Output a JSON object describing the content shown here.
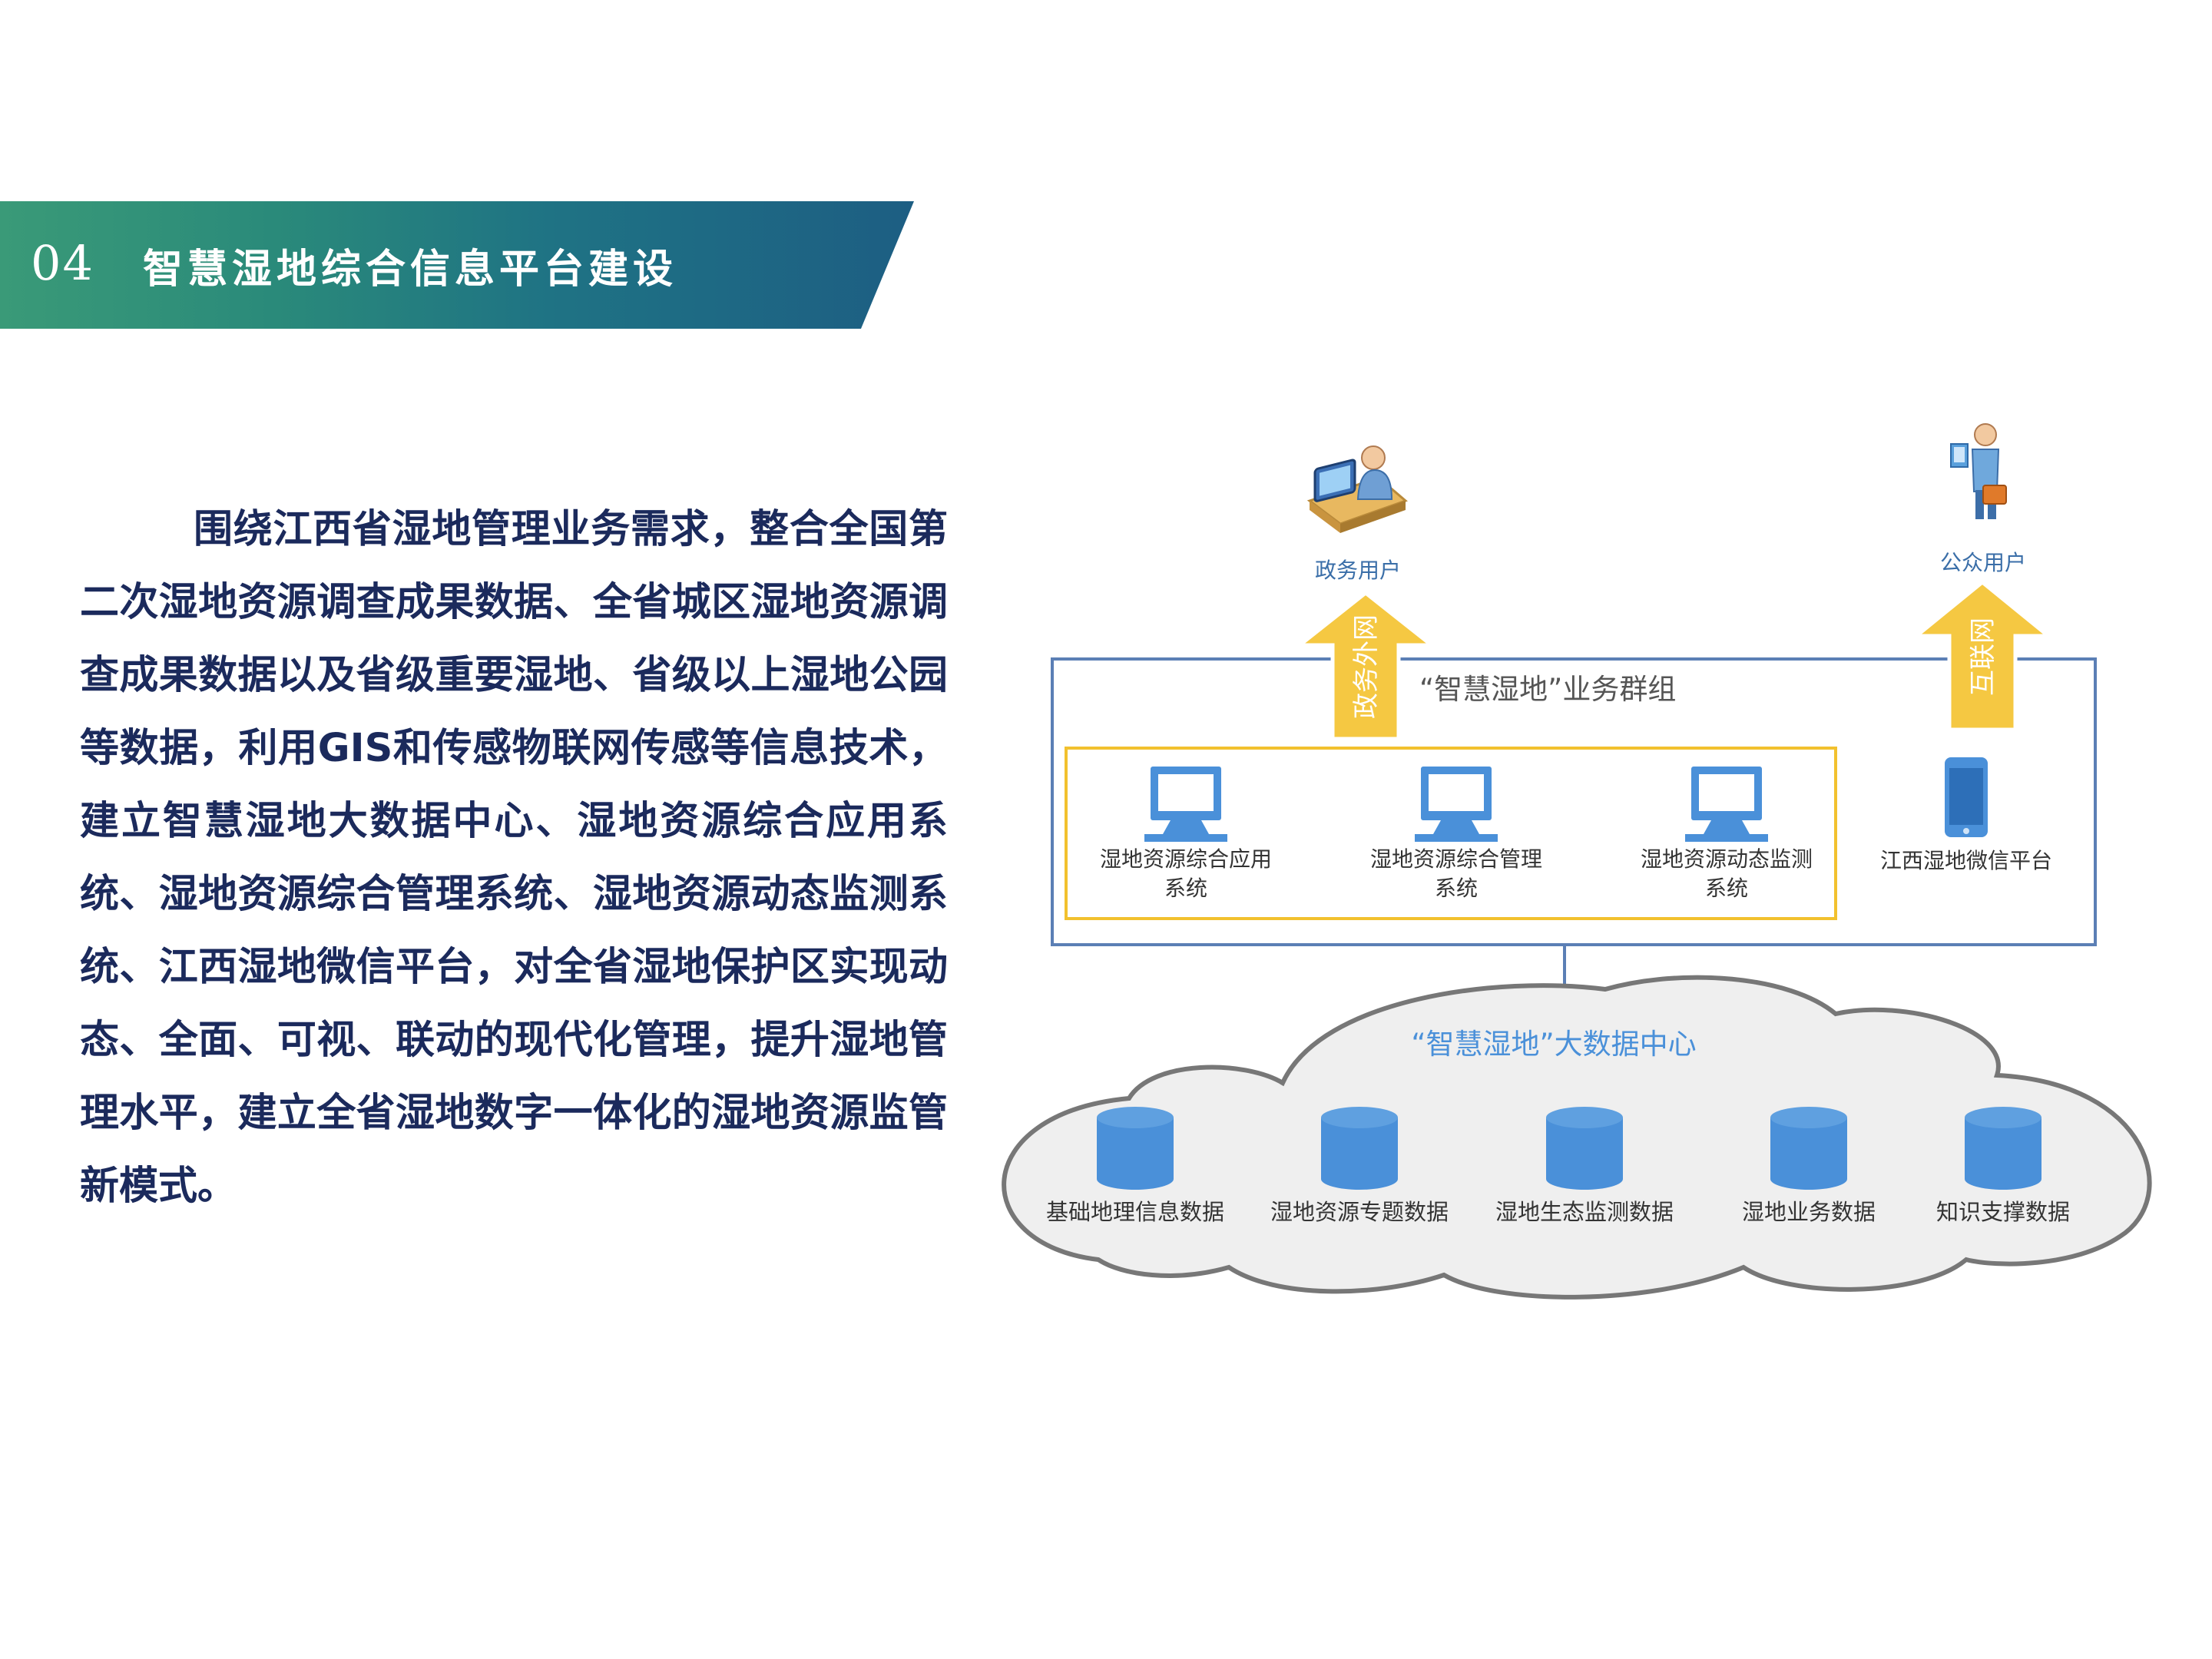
{
  "header": {
    "number": "04",
    "title": "智慧湿地综合信息平台建设"
  },
  "body": {
    "paragraph": "围绕江西省湿地管理业务需求，整合全国第二次湿地资源调查成果数据、全省城区湿地资源调查成果数据以及省级重要湿地、省级以上湿地公园等数据，利用GIS和传感物联网传感等信息技术，建立智慧湿地大数据中心、湿地资源综合应用系统、湿地资源综合管理系统、湿地资源动态监测系统、江西湿地微信平台，对全省湿地保护区实现动态、全面、可视、联动的现代化管理，提升湿地管理水平，建立全省湿地数字一体化的湿地资源监管新模式。"
  },
  "diagram": {
    "users": {
      "gov": {
        "label": "政务用户",
        "icon": "computer-user-icon"
      },
      "public": {
        "label": "公众用户",
        "icon": "person-with-devices-icon"
      }
    },
    "channels": {
      "gov_network": "政务外网",
      "internet": "互联网"
    },
    "business_group": {
      "title": "“智慧湿地”业务群组",
      "systems": [
        {
          "line1": "湿地资源综合应用",
          "line2": "系统",
          "icon": "monitor-icon"
        },
        {
          "line1": "湿地资源综合管理",
          "line2": "系统",
          "icon": "monitor-icon"
        },
        {
          "line1": "湿地资源动态监测",
          "line2": "系统",
          "icon": "monitor-icon"
        }
      ],
      "wechat": {
        "label": "江西湿地微信平台",
        "icon": "smartphone-icon"
      }
    },
    "data_center": {
      "title": "“智慧湿地”大数据中心",
      "databases": [
        "基础地理信息数据",
        "湿地资源专题数据",
        "湿地生态监测数据",
        "湿地业务数据",
        "知识支撑数据"
      ]
    },
    "colors": {
      "group_border": "#5b7fb5",
      "systems_border": "#f2c12e",
      "arrow_fill": "#f5c842",
      "icon_blue": "#4a90d9",
      "text_blue": "#3a6ea8",
      "cloud_fill": "#efefef",
      "cloud_stroke": "#777777"
    }
  }
}
